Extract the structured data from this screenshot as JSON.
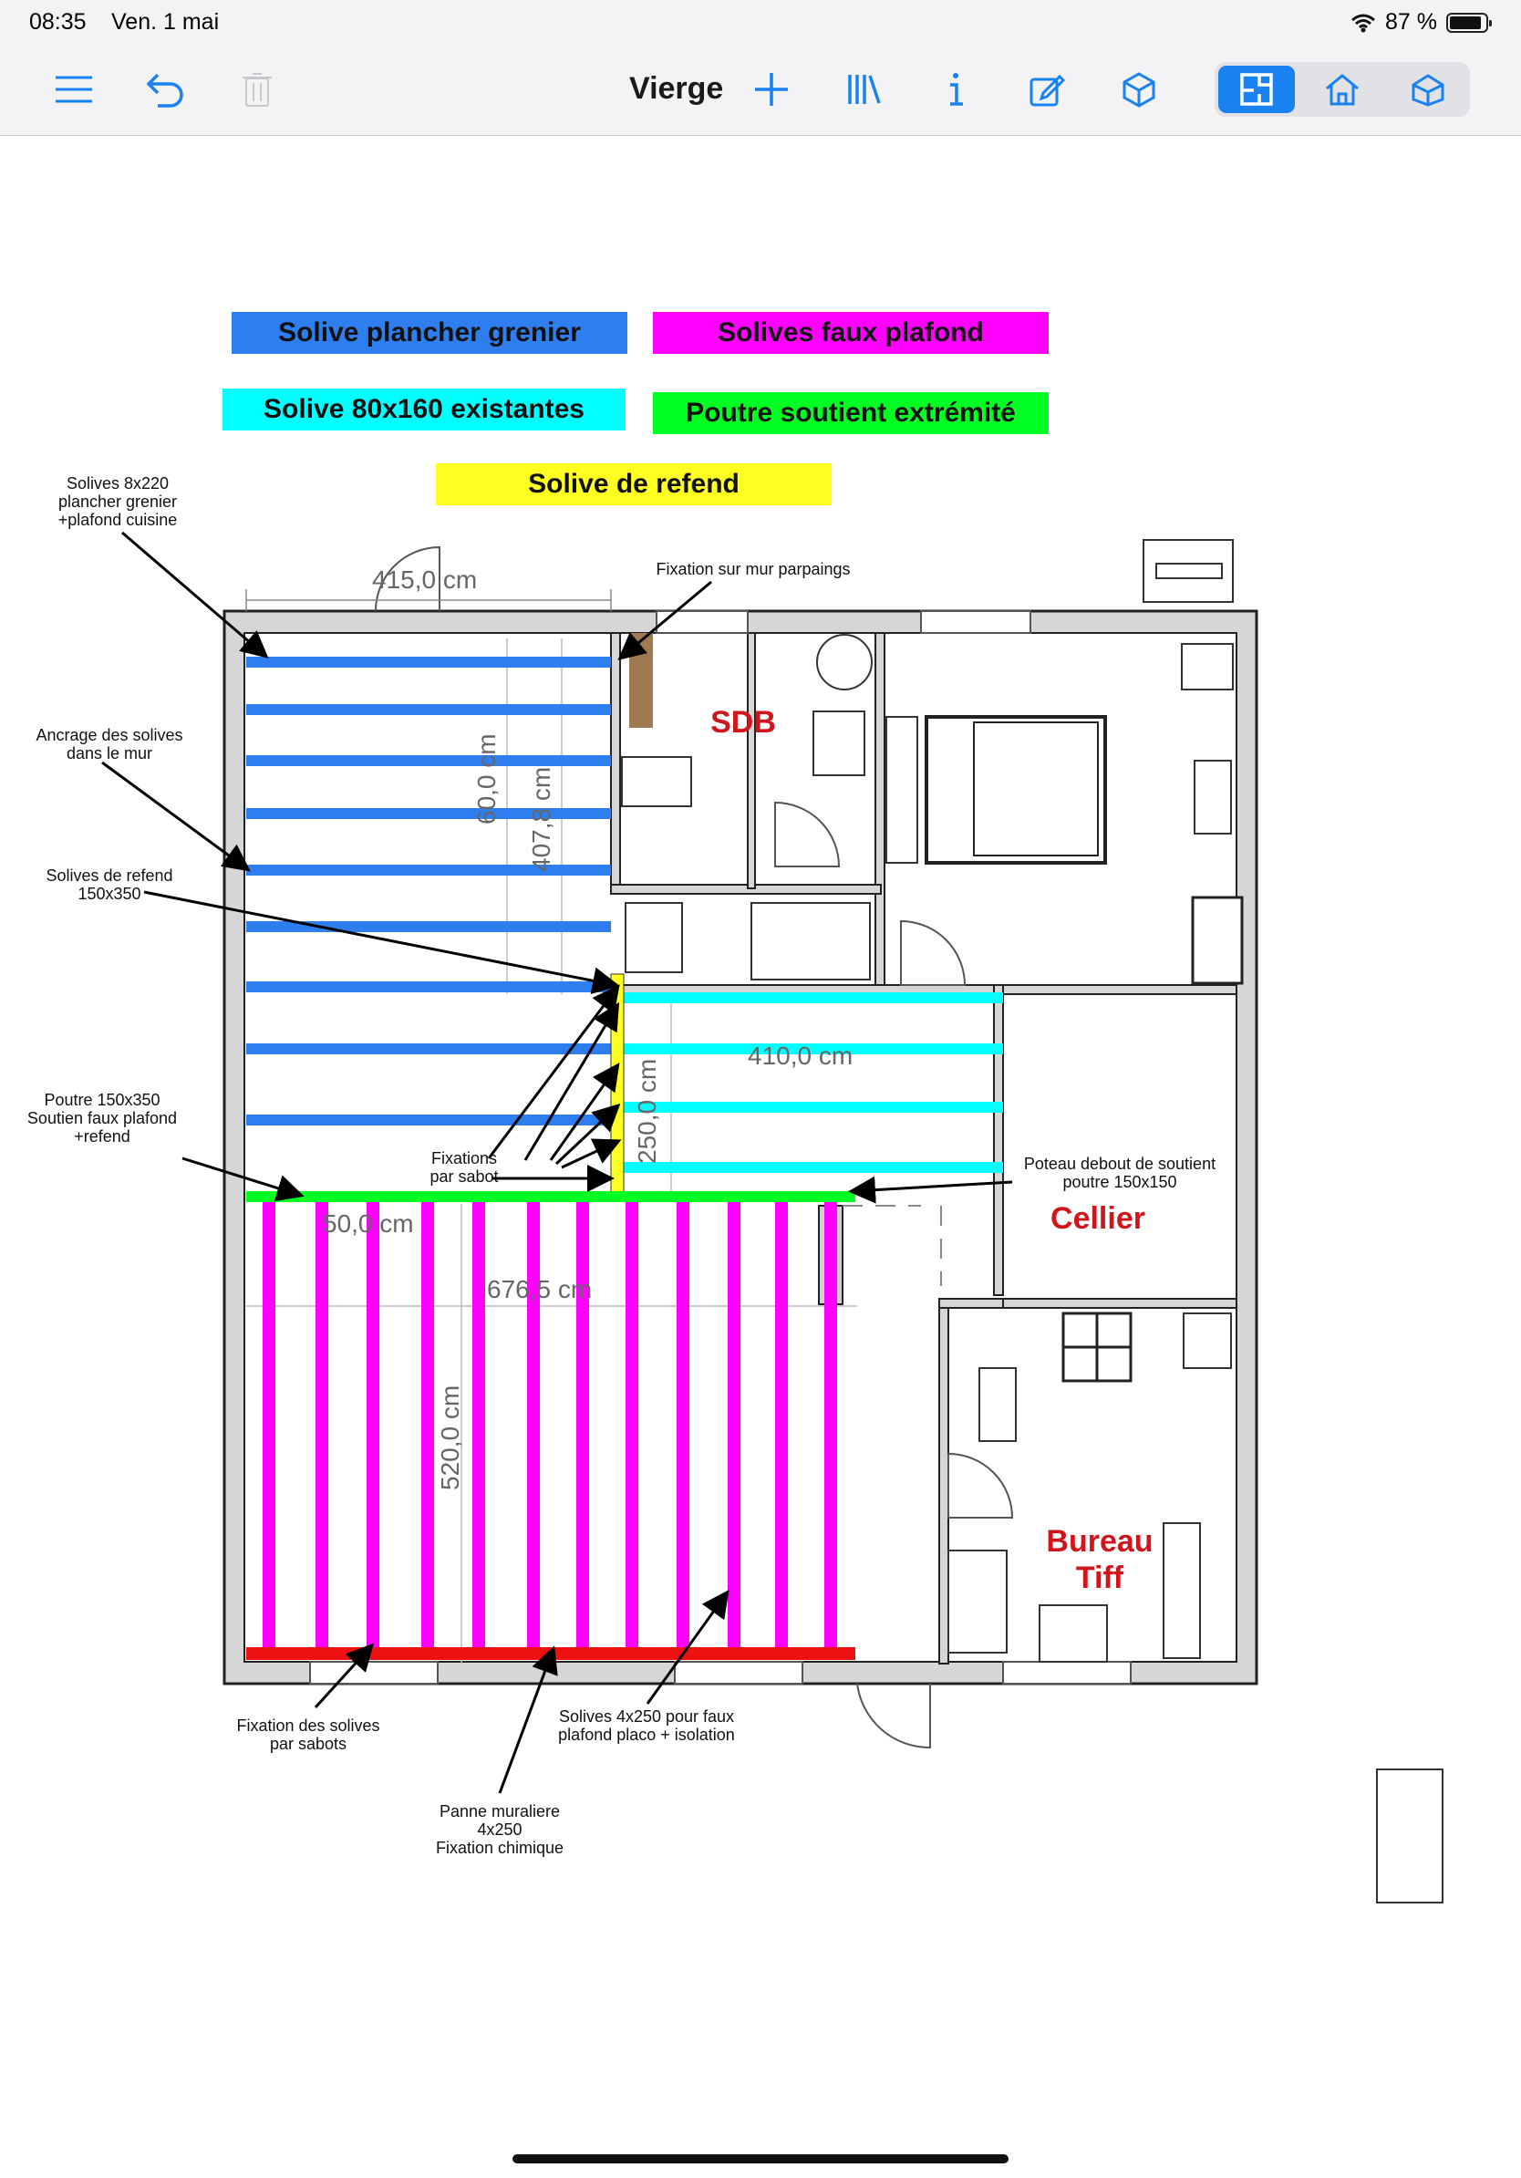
{
  "status": {
    "time": "08:35",
    "date": "Ven. 1 mai",
    "battery": "87 %"
  },
  "toolbar": {
    "title": "Vierge",
    "icons": [
      "menu-icon",
      "undo-icon",
      "trash-icon",
      "add-icon",
      "library-icon",
      "info-icon",
      "edit-icon",
      "3d-cube-icon"
    ],
    "views": [
      "plan-view-icon",
      "house-view-icon",
      "3d-view-icon"
    ],
    "accent": "#1a82f0"
  },
  "legend": {
    "blue": "Solive plancher grenier",
    "magenta": "Solives faux plafond",
    "cyan": "Solive 80x160 existantes",
    "green": "Poutre soutient extrémité",
    "yellow": "Solive de refend",
    "colors": {
      "blue": "#2f7ef0",
      "magenta": "#ff00ff",
      "cyan": "#00ffff",
      "green": "#00ff22",
      "yellow": "#ffff22",
      "red": "#ee1111"
    }
  },
  "annotations": {
    "a1": [
      "Solives 8x220",
      "plancher grenier",
      "+plafond cuisine"
    ],
    "a2": [
      "Fixation sur mur parpaings"
    ],
    "a3": [
      "Ancrage des solives",
      "dans le mur"
    ],
    "a4": [
      "Solives de refend",
      "150x350"
    ],
    "a5": [
      "Poutre 150x350",
      "Soutien faux plafond",
      "+refend"
    ],
    "a6": [
      "Fixations",
      "par sabot"
    ],
    "a7": [
      "Poteau debout de soutient",
      "poutre 150x150"
    ],
    "a8": [
      "Fixation des solives",
      "par sabots"
    ],
    "a9": [
      "Solives 4x250 pour faux",
      "plafond placo + isolation"
    ],
    "a10": [
      "Panne muraliere",
      "4x250",
      "Fixation chimique"
    ]
  },
  "rooms": {
    "sdb": "SDB",
    "cellier": "Cellier",
    "bureau1": "Bureau",
    "bureau2": "Tiff"
  },
  "dimensions": {
    "d415": "415,0 cm",
    "d60": "60,0 cm",
    "d407": "407,8 cm",
    "d410": "410,0 cm",
    "d250": "250,0 cm",
    "d50": "50,0 cm",
    "d676": "676,5 cm",
    "d520": "520,0 cm"
  }
}
